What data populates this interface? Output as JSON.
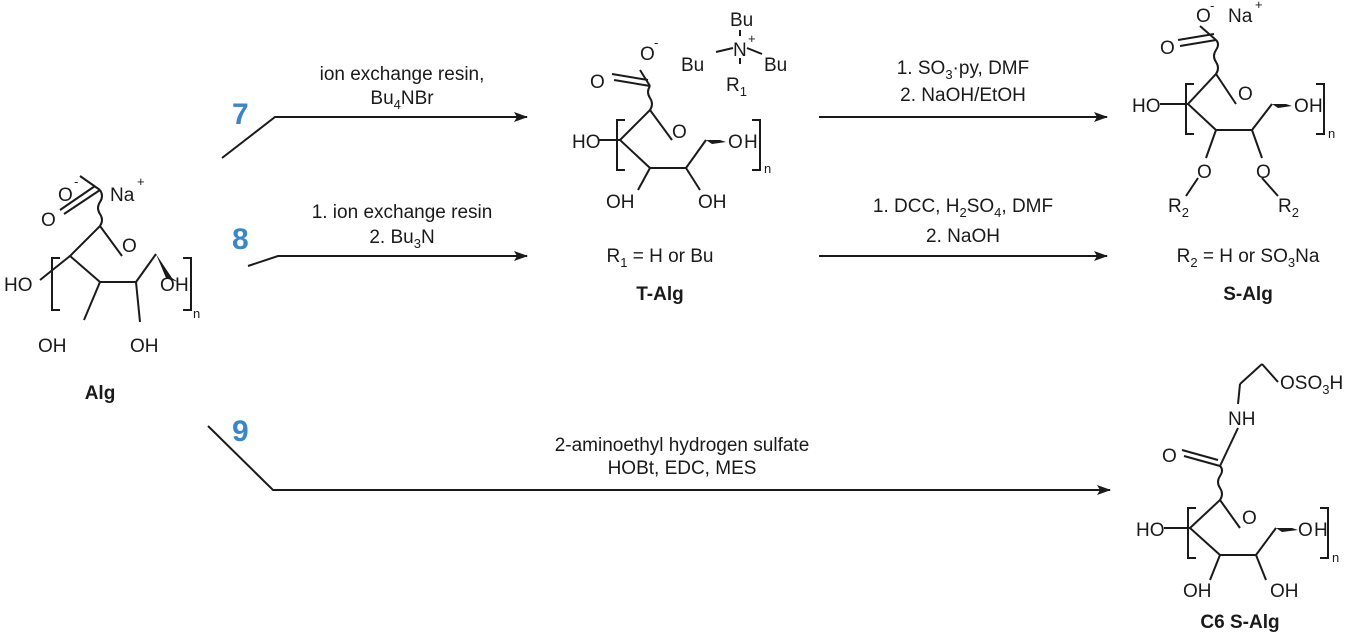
{
  "compounds": {
    "alg": {
      "name": "Alg",
      "cation": "Na",
      "charge_cation": "+",
      "charge_anion": "-"
    },
    "t_alg": {
      "name": "T-Alg",
      "r_def": "R",
      "r_sub": "1",
      "r_rest": " = H or Bu",
      "ammonium_center": "N",
      "ammonium_charge": "+",
      "butyl": "Bu",
      "r_group": "R",
      "r_group_sub": "1"
    },
    "s_alg": {
      "name": "S-Alg",
      "cation": "Na",
      "r_def": "R",
      "r_sub": "2",
      "r_rest_a": " = H or SO",
      "r_rest_sub": "3",
      "r_rest_b": "Na"
    },
    "c6_s_alg": {
      "name": "C6  S-Alg",
      "nh": "NH",
      "os": "OSO",
      "os_sub": "3",
      "os_tail": "H"
    }
  },
  "atoms": {
    "oxygen": "O",
    "hydroxyl": "OH",
    "ho": "HO",
    "hydrogen": "H",
    "repeat": "n",
    "minus": "-",
    "plus": "+"
  },
  "routes": [
    {
      "number": "7",
      "line1": "ion exchange resin,",
      "line2_a": "Bu",
      "line2_sub": "4",
      "line2_b": "NBr"
    },
    {
      "number": "8",
      "line1": "1. ion exchange resin",
      "line2_a": "2. Bu",
      "line2_sub": "3",
      "line2_b": "N"
    },
    {
      "number": "9",
      "line1": "2-aminoethyl hydrogen sulfate",
      "line2": "HOBt, EDC, MES"
    }
  ],
  "steps": [
    {
      "line1_a": "1. SO",
      "line1_sub": "3",
      "line1_b": "·py, DMF",
      "line2": "2. NaOH/EtOH"
    },
    {
      "line1_a": "1. DCC, H",
      "line1_sub": "2",
      "line1_b": "SO",
      "line1_sub2": "4",
      "line1_c": ", DMF",
      "line2": "2. NaOH"
    }
  ]
}
